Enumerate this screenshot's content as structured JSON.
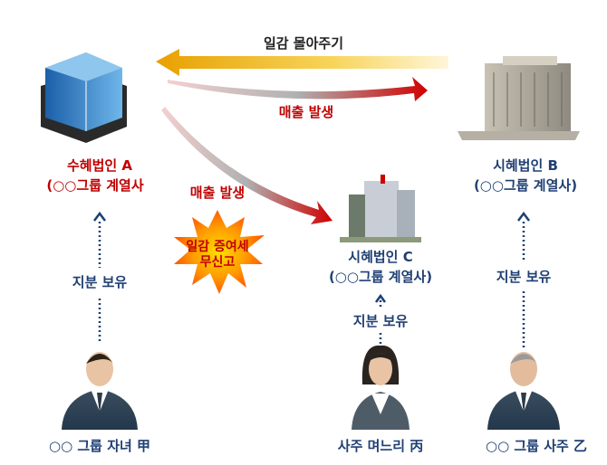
{
  "top_arrow": {
    "label": "일감 몰아주기"
  },
  "sales_arrows": [
    {
      "label": "매출 발생"
    },
    {
      "label": "매출 발생"
    }
  ],
  "companies": {
    "A": {
      "name": "수혜법인 A",
      "sub": "(○○그룹 계열사"
    },
    "B": {
      "name": "시혜법인 B",
      "sub": "(○○그룹 계열사)"
    },
    "C": {
      "name": "시혜법인 C",
      "sub": "(○○그룹 계열사)"
    }
  },
  "burst": {
    "line1": "일감 증여세",
    "line2": "무신고"
  },
  "ownership_label": "지분 보유",
  "people": {
    "child": "○○ 그룹 자녀 甲",
    "daughter_in_law": "사주 며느리 丙",
    "owner": "○○ 그룹 사주 乙"
  },
  "colors": {
    "red": "#c00000",
    "blue": "#1f3f73",
    "yellow": "#f2b400"
  }
}
